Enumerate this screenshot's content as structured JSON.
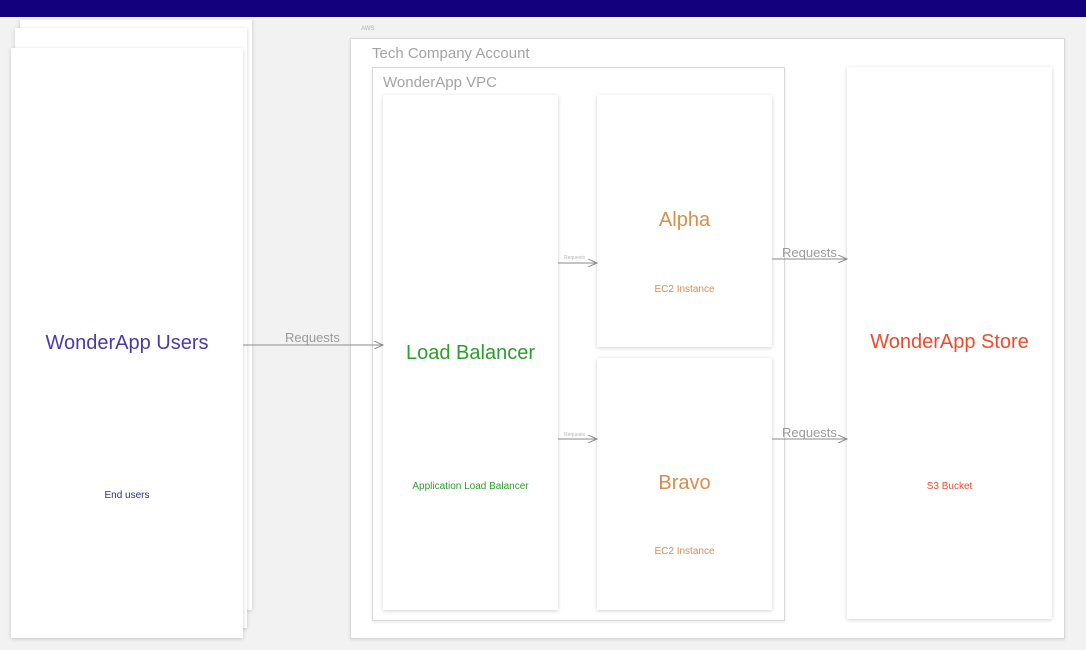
{
  "diagram": {
    "aws_label": "AWS",
    "account_title": "Tech Company Account",
    "vpc_title": "WonderApp VPC",
    "users": {
      "title": "WonderApp Users",
      "subtitle": "End users",
      "title_color": "#4a3aa8",
      "subtitle_color": "#2b2b8c"
    },
    "load_balancer": {
      "title": "Load Balancer",
      "subtitle": "Application Load Balancer",
      "color": "#2e9b2e"
    },
    "alpha": {
      "title": "Alpha",
      "subtitle": "EC2 Instance",
      "color": "#d48e4e"
    },
    "bravo": {
      "title": "Bravo",
      "subtitle": "EC2 Instance",
      "color": "#d48e4e"
    },
    "store": {
      "title": "WonderApp Store",
      "subtitle": "S3 Bucket",
      "color": "#f04a2e"
    },
    "edges": {
      "users_to_lb": "Requests",
      "lb_to_alpha": "Requests",
      "lb_to_bravo": "Requests",
      "alpha_to_store": "Requests",
      "bravo_to_store": "Requests"
    },
    "colors": {
      "topbar": "#13007c",
      "edge": "#8a8a8a"
    }
  }
}
